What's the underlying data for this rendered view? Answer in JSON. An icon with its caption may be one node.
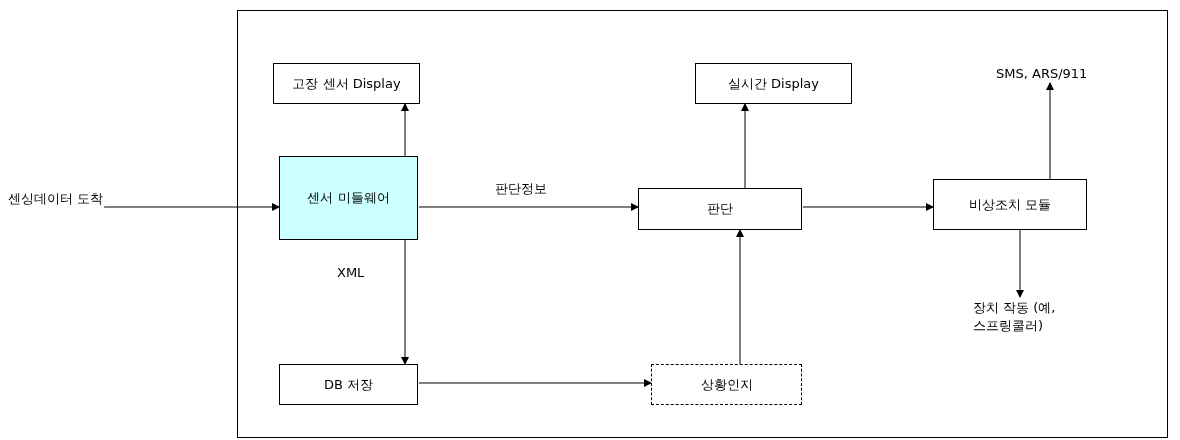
{
  "diagram": {
    "nodes": [
      {
        "text": [],
        "shape": "box"
      },
      {
        "text": [
          "센싱데이터 도착"
        ]
      },
      {
        "text": [
          "고장 센서 Display"
        ],
        "in": 0
      },
      {
        "text": [
          "센서 미들웨어"
        ],
        "in": 0
      },
      {
        "text": [
          "DB 저장"
        ],
        "in": 0
      },
      {
        "text": [
          "실시간 Display"
        ],
        "in": 0
      },
      {
        "text": [
          "판단"
        ],
        "in": 0
      },
      {
        "text": [
          "상황인지"
        ],
        "in": 0
      },
      {
        "text": [
          "비상조치 모듈"
        ],
        "in": 0
      },
      {
        "text": [
          "SMS, ARS/911"
        ],
        "in": 0
      },
      {
        "text": [
          "장치 작동 (예, 스프링쿨러)"
        ],
        "in": 0
      }
    ],
    "edges": [
      {
        "from": 1,
        "to": 3,
        "arrow": "to"
      },
      {
        "from": 3,
        "to": 2,
        "arrow": "to"
      },
      {
        "from": 3,
        "to": 6,
        "arrow": "to",
        "label": "판단정보"
      },
      {
        "from": 3,
        "to": 4,
        "arrow": "to",
        "label": "XML"
      },
      {
        "from": 4,
        "to": 7,
        "arrow": "to"
      },
      {
        "from": 7,
        "to": 6,
        "arrow": "to"
      },
      {
        "from": 6,
        "to": 5,
        "arrow": "to"
      },
      {
        "from": 6,
        "to": 8,
        "arrow": "to"
      },
      {
        "from": 8,
        "to": 9,
        "arrow": "to"
      },
      {
        "from": 8,
        "to": 10,
        "arrow": "to"
      }
    ]
  }
}
